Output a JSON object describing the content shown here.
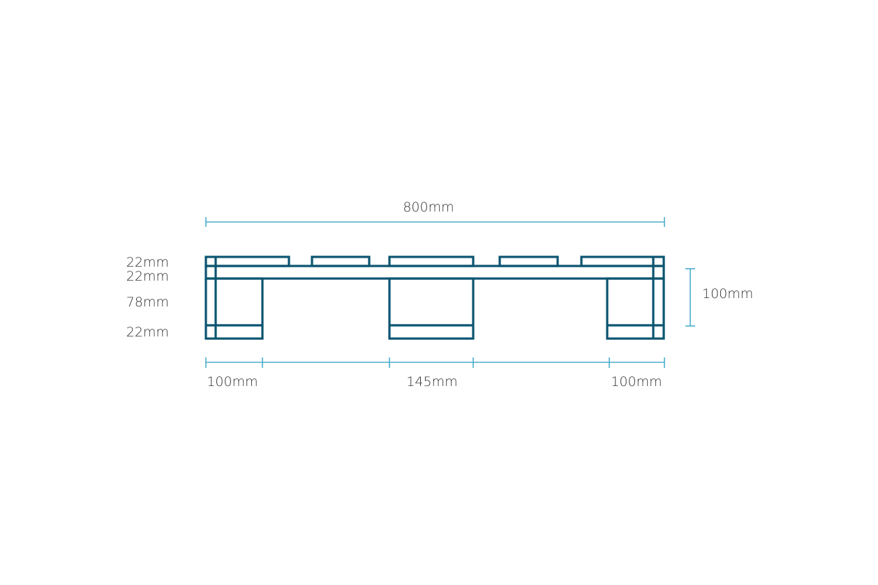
{
  "diagram": {
    "title": "Pallet side view dimensions",
    "colors": {
      "structure": "#0b5470",
      "dimension": "#4aaecb",
      "text": "#333333"
    },
    "overall_width": "800mm",
    "height_total": "100mm",
    "layer_heights": [
      "22mm",
      "22mm",
      "78mm",
      "22mm"
    ],
    "bottom_dims": {
      "left": "100mm",
      "center": "145mm",
      "right": "100mm"
    }
  }
}
